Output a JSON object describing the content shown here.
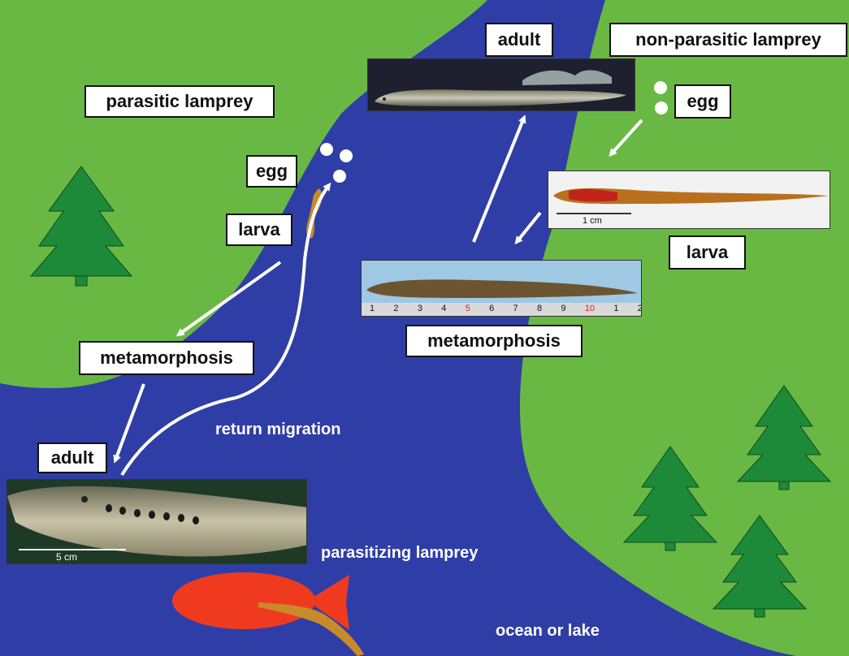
{
  "colors": {
    "land": "#6ab844",
    "water": "#2f3ea6",
    "tree": "#1d8a3a",
    "trunk": "#7a5a25",
    "fish": "#f03a20",
    "larva": "#c98a2a",
    "arrow": "#ffffff"
  },
  "icons": [
    "tree-icon",
    "egg-icon",
    "fish-icon",
    "lamprey-larva-icon",
    "arrow-icon"
  ],
  "parasitic": {
    "title": "parasitic lamprey",
    "egg": "egg",
    "larva": "larva",
    "metamorphosis": "metamorphosis",
    "adult": "adult",
    "return_migration": "return migration",
    "parasitizing": "parasitizing lamprey",
    "scale_label": "5 cm"
  },
  "non_parasitic": {
    "title": "non-parasitic lamprey",
    "adult": "adult",
    "egg": "egg",
    "larva": "larva",
    "metamorphosis": "metamorphosis",
    "scale_label": "1 cm",
    "ruler_numbers": [
      "1",
      "2",
      "3",
      "4",
      "5",
      "6",
      "7",
      "8",
      "9",
      "10",
      "1",
      "2"
    ]
  },
  "ocean": "ocean or lake"
}
